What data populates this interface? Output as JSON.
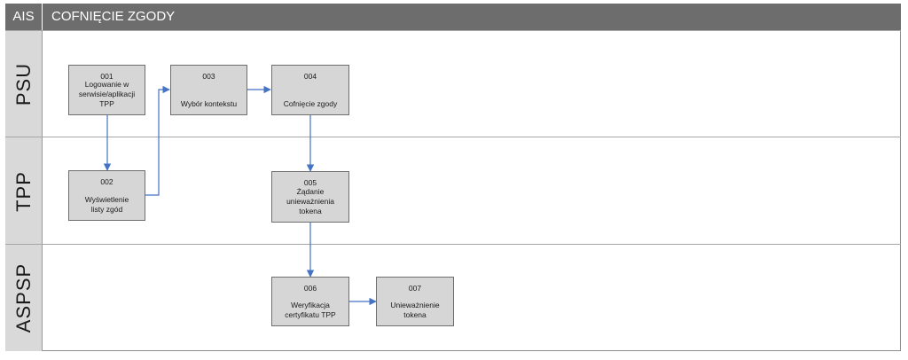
{
  "header": {
    "left_label": "AIS",
    "title": "COFNIĘCIE ZGODY"
  },
  "lanes": [
    {
      "label": "PSU"
    },
    {
      "label": "TPP"
    },
    {
      "label": "ASPSP"
    }
  ],
  "steps": [
    {
      "id": "001",
      "label": "Logowanie w\nserwisie/aplikacji\nTPP"
    },
    {
      "id": "002",
      "label": "Wyświetlenie\nlisty zgód"
    },
    {
      "id": "003",
      "label": "Wybór kontekstu"
    },
    {
      "id": "004",
      "label": "Cofnięcie zgody"
    },
    {
      "id": "005",
      "label": "Żądanie\nunieważnienia\ntokena"
    },
    {
      "id": "006",
      "label": "Weryfikacja\ncertyfikatu TPP"
    },
    {
      "id": "007",
      "label": "Unieważnienie\ntokena"
    }
  ],
  "colors": {
    "header_bg": "#6d6d6d",
    "lane_label_bg": "#d9d9d9",
    "box_bg": "#d6d6d6",
    "connector": "#4472c4"
  }
}
